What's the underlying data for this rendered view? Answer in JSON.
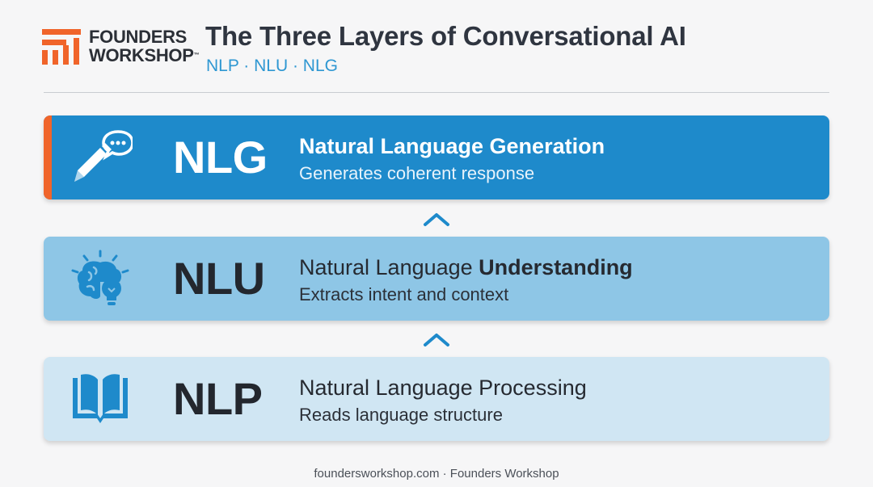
{
  "brand": {
    "line1": "FOUNDERS",
    "line2": "WORKSHOP",
    "tm": "™"
  },
  "header": {
    "title": "The Three Layers of Conversational AI",
    "subtitle": "NLP · NLU · NLG"
  },
  "layers": [
    {
      "acronym": "NLG",
      "title": "Natural Language Generation",
      "description": "Generates coherent response",
      "icon": "pen-with-speech-bubble-icon"
    },
    {
      "acronym": "NLU",
      "title_prefix": "Natural Language ",
      "title_emphasis": "Understanding",
      "description": "Extracts intent and context",
      "icon": "brain-lightbulb-icon"
    },
    {
      "acronym": "NLP",
      "title": "Natural Language Processing",
      "description": "Reads language structure",
      "icon": "open-book-icon"
    }
  ],
  "footer": "foundersworkshop.com · Founders Workshop",
  "colors": {
    "brand_orange": "#f0642a",
    "nlg_blue": "#1e8acb",
    "nlu_blue": "#8ec6e6",
    "nlp_blue": "#d0e6f3",
    "accent_text": "#2e97d2"
  }
}
